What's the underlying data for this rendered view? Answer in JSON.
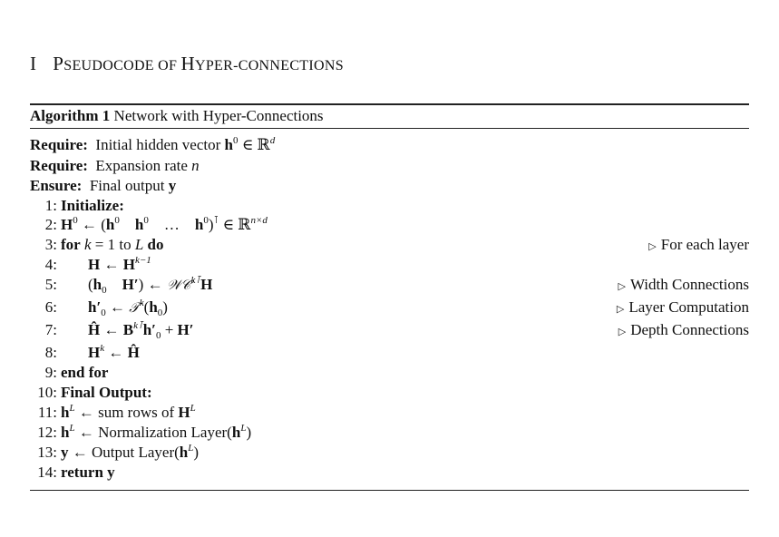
{
  "section": {
    "number": "I",
    "title_first": "P",
    "title_first_rest": "SEUDOCODE OF ",
    "title_second": "H",
    "title_second_rest": "YPER-CONNECTIONS"
  },
  "algorithm": {
    "label": "Algorithm 1",
    "caption": "Network with Hyper-Connections",
    "comment_marker": "▷",
    "lines": [
      {
        "num": "",
        "parts": [
          [
            "Require:",
            "b"
          ],
          [
            "  Initial hidden vector ",
            ""
          ],
          [
            "h",
            "b"
          ],
          [
            "0",
            "sup"
          ],
          [
            " ∈ ℝ",
            ""
          ],
          [
            "d",
            "supi"
          ]
        ]
      },
      {
        "num": "",
        "parts": [
          [
            "Require:",
            "b"
          ],
          [
            "  Expansion rate ",
            ""
          ],
          [
            "n",
            "i"
          ]
        ]
      },
      {
        "num": "",
        "parts": [
          [
            "Ensure:",
            "b"
          ],
          [
            "  Final output ",
            ""
          ],
          [
            "y",
            "b"
          ]
        ]
      },
      {
        "num": "1:",
        "parts": [
          [
            "Initialize:",
            "b"
          ]
        ]
      },
      {
        "num": "2:",
        "parts": [
          [
            "H",
            "b"
          ],
          [
            "0",
            "sup"
          ],
          [
            " ← (",
            ""
          ],
          [
            "h",
            "b"
          ],
          [
            "0",
            "sup"
          ],
          [
            "    ",
            ""
          ],
          [
            "h",
            "b"
          ],
          [
            "0",
            "sup"
          ],
          [
            "    …    ",
            ""
          ],
          [
            "h",
            "b"
          ],
          [
            "0",
            "sup"
          ],
          [
            ")",
            ""
          ],
          [
            "⊺",
            "sup"
          ],
          [
            " ∈ ℝ",
            ""
          ],
          [
            "n×d",
            "supi"
          ]
        ]
      },
      {
        "num": "3:",
        "parts": [
          [
            "for",
            "b"
          ],
          [
            " ",
            ""
          ],
          [
            "k",
            "i"
          ],
          [
            " = 1 to ",
            ""
          ],
          [
            "L",
            "i"
          ],
          [
            " ",
            ""
          ],
          [
            "do",
            "b"
          ]
        ],
        "comment": "For each layer"
      },
      {
        "num": "4:",
        "parts": [
          [
            "H",
            "b"
          ],
          [
            " ← ",
            ""
          ],
          [
            "H",
            "b"
          ],
          [
            "k−1",
            "supi"
          ]
        ]
      },
      {
        "num": "5:",
        "parts": [
          [
            "(",
            ""
          ],
          [
            "h",
            "b"
          ],
          [
            "0",
            "sub"
          ],
          [
            "    ",
            ""
          ],
          [
            "H′",
            "b"
          ],
          [
            ") ← ",
            ""
          ],
          [
            "𝒲𝒞",
            "cal"
          ],
          [
            "k⊺",
            "supi"
          ],
          [
            "H",
            "b"
          ]
        ],
        "comment": "Width Connections"
      },
      {
        "num": "6:",
        "parts": [
          [
            "h′",
            "b"
          ],
          [
            "0",
            "sub"
          ],
          [
            " ← ",
            ""
          ],
          [
            "𝒯",
            "cal"
          ],
          [
            "k",
            "supi"
          ],
          [
            "(",
            ""
          ],
          [
            "h",
            "b"
          ],
          [
            "0",
            "sub"
          ],
          [
            ")",
            ""
          ]
        ],
        "comment": "Layer Computation"
      },
      {
        "num": "7:",
        "parts": [
          [
            "Ĥ",
            "b"
          ],
          [
            " ← ",
            ""
          ],
          [
            "B",
            "b"
          ],
          [
            "k⊺",
            "supi"
          ],
          [
            "h′",
            "b"
          ],
          [
            "0",
            "sub"
          ],
          [
            " + ",
            ""
          ],
          [
            "H′",
            "b"
          ]
        ],
        "comment": "Depth Connections"
      },
      {
        "num": "8:",
        "parts": [
          [
            "H",
            "b"
          ],
          [
            "k",
            "supi"
          ],
          [
            " ← ",
            ""
          ],
          [
            "Ĥ",
            "b"
          ]
        ]
      },
      {
        "num": "9:",
        "parts": [
          [
            "end for",
            "b"
          ]
        ]
      },
      {
        "num": "10:",
        "parts": [
          [
            "Final Output:",
            "b"
          ]
        ]
      },
      {
        "num": "11:",
        "parts": [
          [
            "h",
            "b"
          ],
          [
            "L",
            "supi"
          ],
          [
            " ← sum rows of ",
            ""
          ],
          [
            "H",
            "b"
          ],
          [
            "L",
            "supi"
          ]
        ]
      },
      {
        "num": "12:",
        "parts": [
          [
            "h",
            "b"
          ],
          [
            "L",
            "supi"
          ],
          [
            " ← Normalization Layer(",
            ""
          ],
          [
            "h",
            "b"
          ],
          [
            "L",
            "supi"
          ],
          [
            ")",
            ""
          ]
        ]
      },
      {
        "num": "13:",
        "parts": [
          [
            "y",
            "b"
          ],
          [
            " ← Output Layer(",
            ""
          ],
          [
            "h",
            "b"
          ],
          [
            "L",
            "supi"
          ],
          [
            ")",
            ""
          ]
        ]
      },
      {
        "num": "14:",
        "parts": [
          [
            "return",
            "b"
          ],
          [
            " ",
            ""
          ],
          [
            "y",
            "b"
          ]
        ]
      }
    ]
  }
}
